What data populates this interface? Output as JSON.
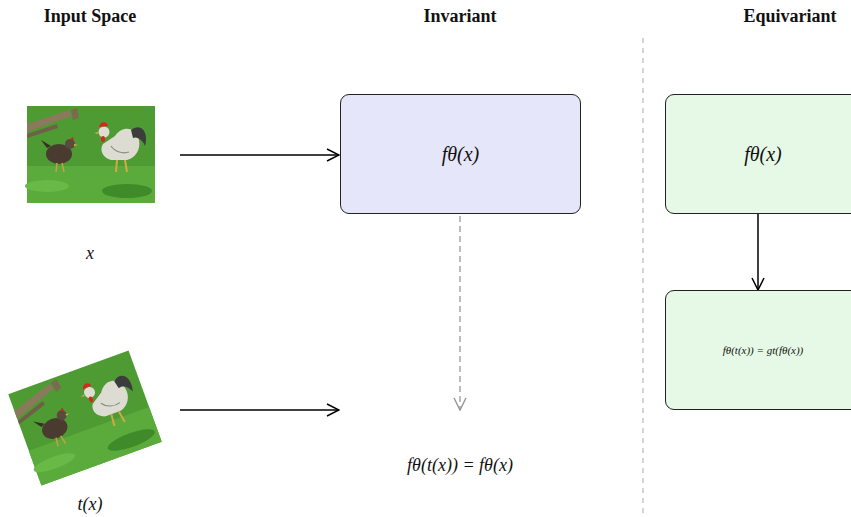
{
  "diagram": {
    "nodes": [
      {
        "text": [
          "fθ(x)"
        ]
      },
      {
        "text": [
          "fθ(x)"
        ]
      },
      {
        "text": [
          "fθ(t(x)) = gt(fθ(x))"
        ]
      }
    ],
    "edges": [
      {
        "from": 1,
        "to": 2,
        "arrow": "to"
      }
    ],
    "labels": [
      "Input Space",
      "Invariant",
      "Equivariant",
      "x",
      "t(x)",
      "fθ(t(x)) = fθ(x)"
    ]
  }
}
